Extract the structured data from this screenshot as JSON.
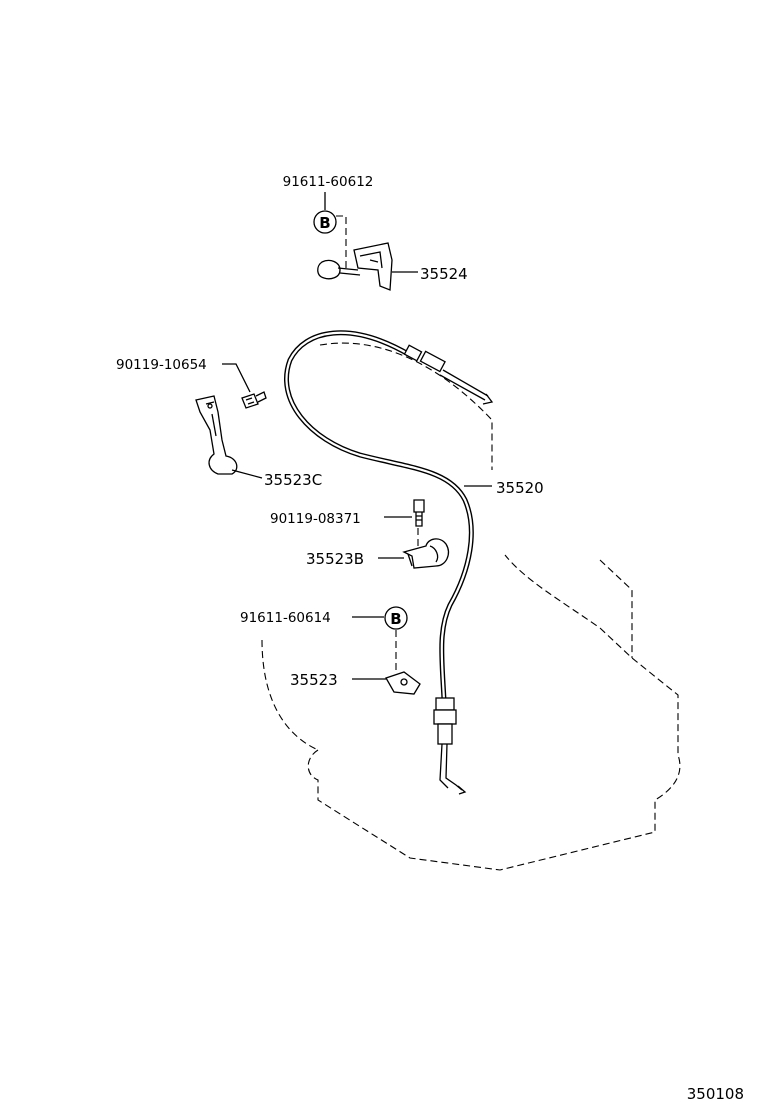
{
  "diagram": {
    "figure_number": "350108",
    "parts": [
      {
        "id": "part-91611-60612",
        "label": "91611-60612"
      },
      {
        "id": "part-35524",
        "label": "35524"
      },
      {
        "id": "part-90119-10654",
        "label": "90119-10654"
      },
      {
        "id": "part-35523C",
        "label": "35523C"
      },
      {
        "id": "part-35520",
        "label": "35520"
      },
      {
        "id": "part-90119-08371",
        "label": "90119-08371"
      },
      {
        "id": "part-35523B",
        "label": "35523B"
      },
      {
        "id": "part-91611-60614",
        "label": "91611-60614"
      },
      {
        "id": "part-35523",
        "label": "35523"
      }
    ],
    "callout_markers": [
      {
        "id": "marker-b-top",
        "text": "B"
      },
      {
        "id": "marker-b-lower",
        "text": "B"
      }
    ]
  }
}
